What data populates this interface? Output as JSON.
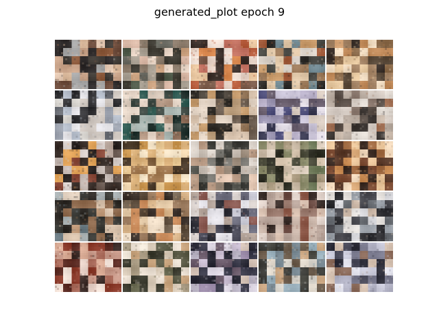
{
  "figure": {
    "title": "generated_plot epoch 9"
  },
  "grid": {
    "rows": 5,
    "cols": 5,
    "background_color": "#ffffff"
  },
  "samples": [
    {
      "row": 0,
      "col": 0,
      "palette": [
        "#6b4a3a",
        "#c9a48a",
        "#3f3a35",
        "#e2c6b0",
        "#8c5a3c",
        "#a7a7a7",
        "#2e2a2a",
        "#d8b79a"
      ]
    },
    {
      "row": 0,
      "col": 1,
      "palette": [
        "#d9b8a6",
        "#6a6a62",
        "#3d3a32",
        "#e7d4c5",
        "#8a7a6a",
        "#a89f92",
        "#4f5a4a",
        "#c9a07e"
      ]
    },
    {
      "row": 0,
      "col": 2,
      "palette": [
        "#e6d2c6",
        "#b45a3a",
        "#f1e2d8",
        "#d8874e",
        "#7a5a4a",
        "#c07060",
        "#3b2f2a",
        "#e8c6a0"
      ]
    },
    {
      "row": 0,
      "col": 3,
      "palette": [
        "#9c7a5a",
        "#4a4a45",
        "#e0c7a8",
        "#6f8790",
        "#c89a6a",
        "#2f2d2a",
        "#d9d1c8",
        "#a05a3a"
      ]
    },
    {
      "row": 0,
      "col": 4,
      "palette": [
        "#c08a5a",
        "#5a4a3a",
        "#e6c8a0",
        "#8a6a4a",
        "#3a302a",
        "#d4a274",
        "#a48466",
        "#f0dcc2"
      ]
    },
    {
      "row": 1,
      "col": 0,
      "palette": [
        "#b7bfcc",
        "#6a6d74",
        "#e3e2e6",
        "#3a3a3d",
        "#9aa0ac",
        "#cfc7c0",
        "#2b2b2e",
        "#d8d5d0"
      ]
    },
    {
      "row": 1,
      "col": 1,
      "palette": [
        "#d6c6b8",
        "#3f4a44",
        "#2f5a52",
        "#e6d6c8",
        "#8a6a56",
        "#b79a86",
        "#20302c",
        "#a9b5b0"
      ]
    },
    {
      "row": 1,
      "col": 2,
      "palette": [
        "#6e5f52",
        "#b89b7a",
        "#2f2b26",
        "#d7c2ad",
        "#8d6f52",
        "#e2d3c4",
        "#4e463d",
        "#c49a6c"
      ]
    },
    {
      "row": 1,
      "col": 3,
      "palette": [
        "#c9c3d6",
        "#4e4e7a",
        "#e1dbe4",
        "#3a3a52",
        "#9a94b0",
        "#d8cbc0",
        "#6a5f6e",
        "#b8b0c8"
      ]
    },
    {
      "row": 1,
      "col": 4,
      "palette": [
        "#b6a99e",
        "#5a4f48",
        "#d6ccc4",
        "#3b3532",
        "#8c7a70",
        "#e2dbd4",
        "#a06e52",
        "#c8b8aa"
      ]
    },
    {
      "row": 2,
      "col": 0,
      "palette": [
        "#b6a49a",
        "#3a2f2a",
        "#d8cfcb",
        "#8a4a3a",
        "#e2a45a",
        "#6a5a52",
        "#c4b8b2",
        "#2a2422"
      ]
    },
    {
      "row": 2,
      "col": 1,
      "palette": [
        "#e8c894",
        "#7a5a3a",
        "#f2e2c6",
        "#c8944e",
        "#4a3a2a",
        "#d9b07a",
        "#a27a52",
        "#efd6b0"
      ]
    },
    {
      "row": 2,
      "col": 2,
      "palette": [
        "#7a7872",
        "#c6bcb2",
        "#3a3a36",
        "#dcd4cc",
        "#9a8a7a",
        "#e4c8b4",
        "#5a5a54",
        "#b89a84"
      ]
    },
    {
      "row": 2,
      "col": 3,
      "palette": [
        "#8a8a6a",
        "#c8b8a4",
        "#4a4a3a",
        "#e0d2c2",
        "#6f7a5a",
        "#a8987e",
        "#2e2e24",
        "#d6c4ae"
      ]
    },
    {
      "row": 2,
      "col": 4,
      "palette": [
        "#c88a52",
        "#5a3a2a",
        "#e8c49a",
        "#3a2a22",
        "#a06a42",
        "#f0d8bc",
        "#7a4a32",
        "#d8a878"
      ]
    },
    {
      "row": 3,
      "col": 0,
      "palette": [
        "#6a7a82",
        "#c09a7a",
        "#3a3a36",
        "#d8c2ac",
        "#8e6a4e",
        "#a8b0b2",
        "#2e2a26",
        "#e0cfbe"
      ]
    },
    {
      "row": 3,
      "col": 1,
      "palette": [
        "#c88a5a",
        "#5a4a3a",
        "#e4caa8",
        "#3a302a",
        "#9a7a5e",
        "#d8b48a",
        "#7a6a58",
        "#f0dec8"
      ]
    },
    {
      "row": 3,
      "col": 2,
      "palette": [
        "#c8c8d4",
        "#4a4a58",
        "#e4e2e8",
        "#8a5a52",
        "#6e6e7e",
        "#b4a49a",
        "#2e2e36",
        "#d8d0cc"
      ]
    },
    {
      "row": 3,
      "col": 3,
      "palette": [
        "#c8b4a8",
        "#6a4a42",
        "#e2d4cc",
        "#3a2e2a",
        "#9a7a6e",
        "#d8c0b0",
        "#8e5a4a",
        "#b8a49a"
      ]
    },
    {
      "row": 3,
      "col": 4,
      "palette": [
        "#9aa0a8",
        "#3a3a3e",
        "#d8d8dc",
        "#2a2a2e",
        "#6a6e74",
        "#c8b4a4",
        "#4a4a50",
        "#e4e0dc"
      ]
    },
    {
      "row": 4,
      "col": 0,
      "palette": [
        "#c89a8a",
        "#5a2a22",
        "#e6d0c6",
        "#8a3a2a",
        "#3a2a26",
        "#d8aa94",
        "#a86a5a",
        "#f0e0d6"
      ]
    },
    {
      "row": 4,
      "col": 1,
      "palette": [
        "#d8cab8",
        "#6a6a52",
        "#e8ddd0",
        "#3a3a2e",
        "#a89a82",
        "#c8a47e",
        "#5a5a46",
        "#efe6d8"
      ]
    },
    {
      "row": 4,
      "col": 2,
      "palette": [
        "#bab4c4",
        "#3a3a4a",
        "#dcd6e2",
        "#6a5a6a",
        "#9a8aa8",
        "#d2c0b4",
        "#2a2a36",
        "#c8bcd0"
      ]
    },
    {
      "row": 4,
      "col": 3,
      "palette": [
        "#9ab0bc",
        "#6a5a4a",
        "#d8d4cc",
        "#3a3a36",
        "#c8a480",
        "#7a8a94",
        "#e4dcd0",
        "#4a4a44"
      ]
    },
    {
      "row": 4,
      "col": 4,
      "palette": [
        "#c8c8d8",
        "#4a4a5a",
        "#e4e4ee",
        "#8a6a5a",
        "#7a7a8e",
        "#d8c4b4",
        "#2e2e3a",
        "#b4b4c6"
      ]
    }
  ]
}
